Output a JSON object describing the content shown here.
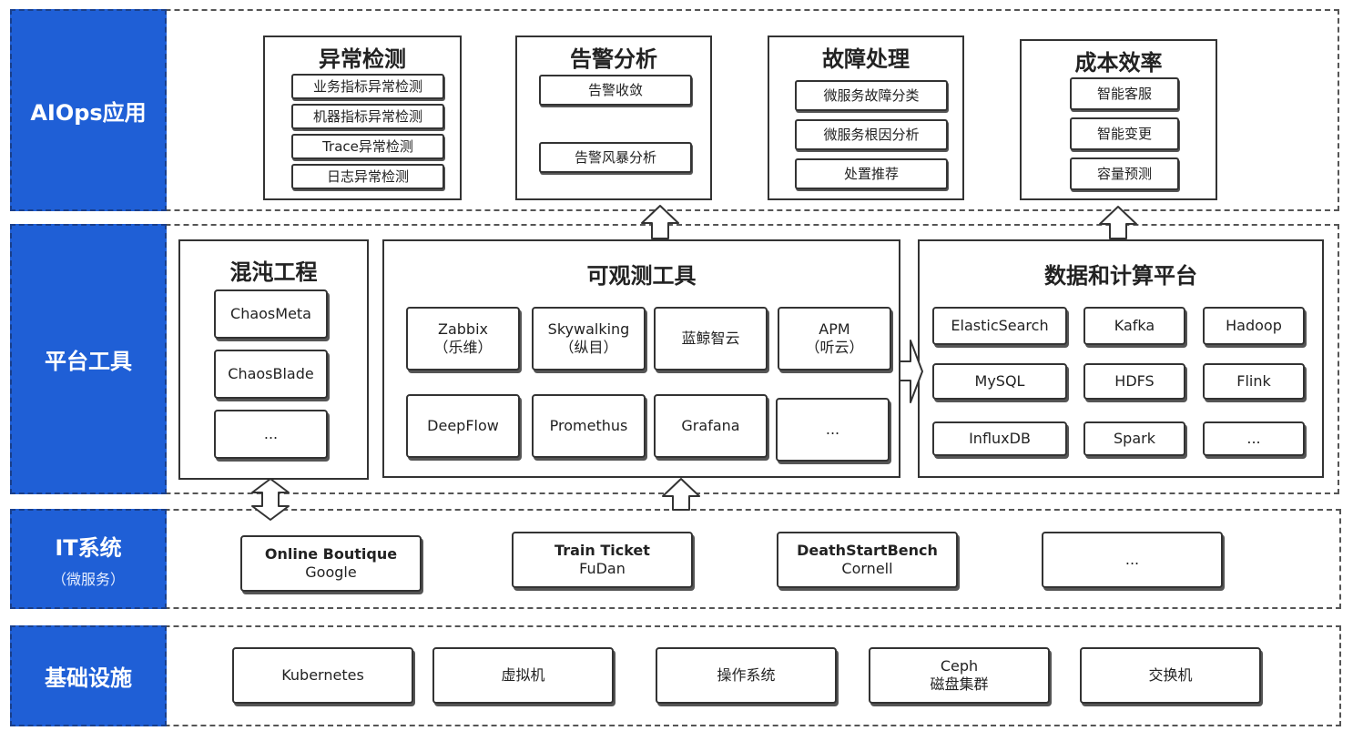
{
  "layers": {
    "aiops": "AIOps应用",
    "platform": "平台工具",
    "it": "IT系统",
    "it_sub": "（微服务）",
    "infra": "基础设施"
  },
  "aiops_panels": [
    {
      "title": "异常检测",
      "items": [
        "业务指标异常检测",
        "机器指标异常检测",
        "Trace异常检测",
        "日志异常检测"
      ]
    },
    {
      "title": "告警分析",
      "items": [
        "告警收敛",
        "告警风暴分析"
      ]
    },
    {
      "title": "故障处理",
      "items": [
        "微服务故障分类",
        "微服务根因分析",
        "处置推荐"
      ]
    },
    {
      "title": "成本效率",
      "items": [
        "智能客服",
        "智能变更",
        "容量预测"
      ]
    }
  ],
  "chaos": {
    "title": "混沌工程",
    "items": [
      "ChaosMeta",
      "ChaosBlade",
      "..."
    ]
  },
  "observability": {
    "title": "可观测工具",
    "items": [
      {
        "name": "Zabbix",
        "sub": "（乐维）"
      },
      {
        "name": "Skywalking",
        "sub": "（纵目）"
      },
      {
        "name": "蓝鲸智云",
        "sub": ""
      },
      {
        "name": "APM",
        "sub": "（听云）"
      },
      {
        "name": "DeepFlow",
        "sub": ""
      },
      {
        "name": "Promethus",
        "sub": ""
      },
      {
        "name": "Grafana",
        "sub": ""
      },
      {
        "name": "...",
        "sub": ""
      }
    ]
  },
  "dataplatform": {
    "title": "数据和计算平台",
    "items": [
      "ElasticSearch",
      "Kafka",
      "Hadoop",
      "MySQL",
      "HDFS",
      "Flink",
      "InfluxDB",
      "Spark",
      "..."
    ]
  },
  "it_systems": [
    {
      "name": "Online Boutique",
      "org": "Google"
    },
    {
      "name": "Train Ticket",
      "org": "FuDan"
    },
    {
      "name": "DeathStartBench",
      "org": "Cornell"
    },
    {
      "name": "...",
      "org": ""
    }
  ],
  "infrastructure": [
    {
      "name": "Kubernetes",
      "sub": ""
    },
    {
      "name": "虚拟机",
      "sub": ""
    },
    {
      "name": "操作系统",
      "sub": ""
    },
    {
      "name": "Ceph",
      "sub": "磁盘集群"
    },
    {
      "name": "交换机",
      "sub": ""
    }
  ],
  "colors": {
    "accent": "#1f5fd6",
    "border": "#333333"
  }
}
